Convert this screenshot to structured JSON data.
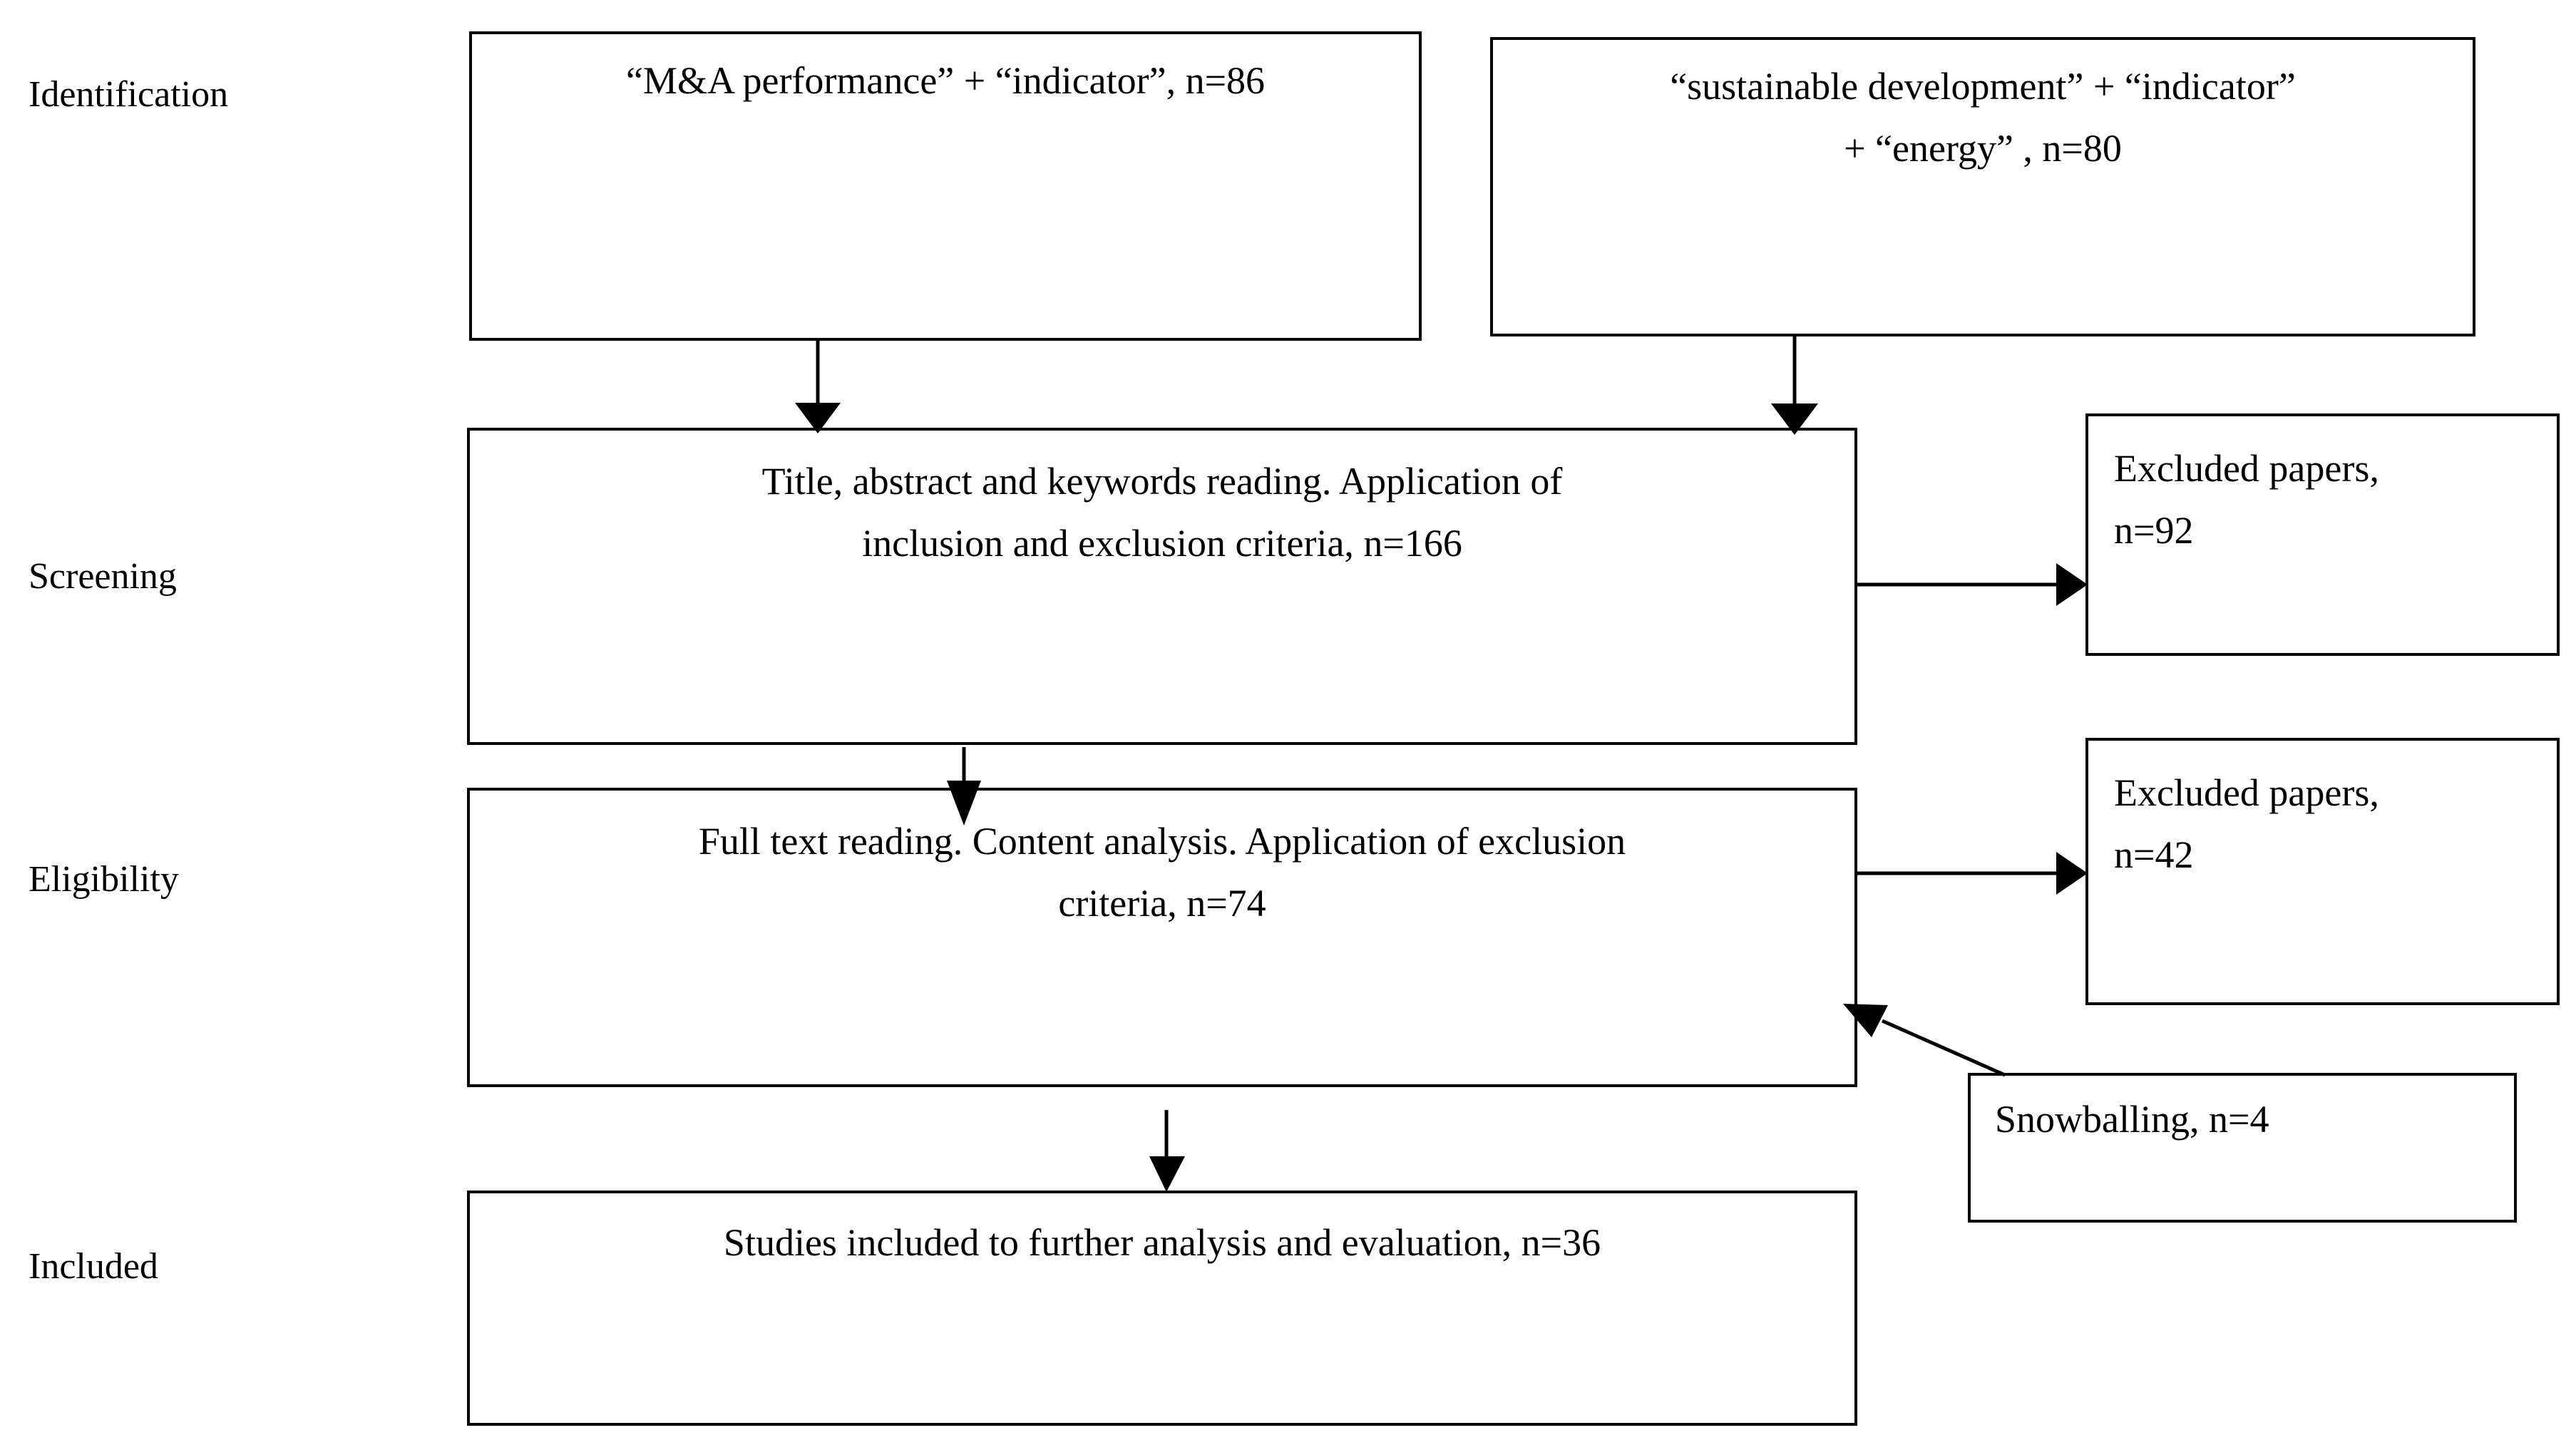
{
  "diagram": {
    "title": "PRISMA literature selection flow",
    "line_color": "#000000",
    "box_border_color": "#000000",
    "background": "#ffffff"
  },
  "stages": [
    {
      "id": "identification",
      "label": "Identification"
    },
    {
      "id": "screening",
      "label": "Screening"
    },
    {
      "id": "eligibility",
      "label": "Eligibility"
    },
    {
      "id": "included",
      "label": "Included"
    }
  ],
  "boxes": {
    "search_left": {
      "line1": "“M&A performance” + “indicator”, n=86",
      "n": 86
    },
    "search_right": {
      "line1": "“sustainable development” + “indicator”",
      "line2": "+ “energy” , n=80",
      "n": 80
    },
    "screening": {
      "line1": "Title, abstract and keywords reading. Application of",
      "line2": "inclusion and exclusion criteria, n=166",
      "n": 166
    },
    "excluded_screening": {
      "line1": "Excluded  papers,",
      "line2": "n=92",
      "n": 92
    },
    "eligibility": {
      "line1": "Full text reading. Content analysis. Application of exclusion",
      "line2": "criteria, n=74",
      "n": 74
    },
    "excluded_eligibility": {
      "line1": "Excluded  papers,",
      "line2": "n=42",
      "n": 42
    },
    "snowballing": {
      "line1": "Snowballing, n=4",
      "n": 4
    },
    "included": {
      "line1": "Studies included to further analysis and evaluation, n=36",
      "n": 36
    }
  },
  "arrows": [
    {
      "id": "search-left-to-screening",
      "from": "search_left",
      "to": "screening",
      "direction": "down"
    },
    {
      "id": "search-right-to-screening",
      "from": "search_right",
      "to": "screening",
      "direction": "down"
    },
    {
      "id": "screening-to-excluded",
      "from": "screening",
      "to": "excluded_screening",
      "direction": "right"
    },
    {
      "id": "screening-to-eligibility",
      "from": "screening",
      "to": "eligibility",
      "direction": "down"
    },
    {
      "id": "eligibility-to-excluded",
      "from": "eligibility",
      "to": "excluded_eligibility",
      "direction": "right"
    },
    {
      "id": "snowballing-to-eligibility",
      "from": "snowballing",
      "to": "eligibility",
      "direction": "diagonal-up-left"
    },
    {
      "id": "eligibility-to-included",
      "from": "eligibility",
      "to": "included",
      "direction": "down"
    }
  ]
}
